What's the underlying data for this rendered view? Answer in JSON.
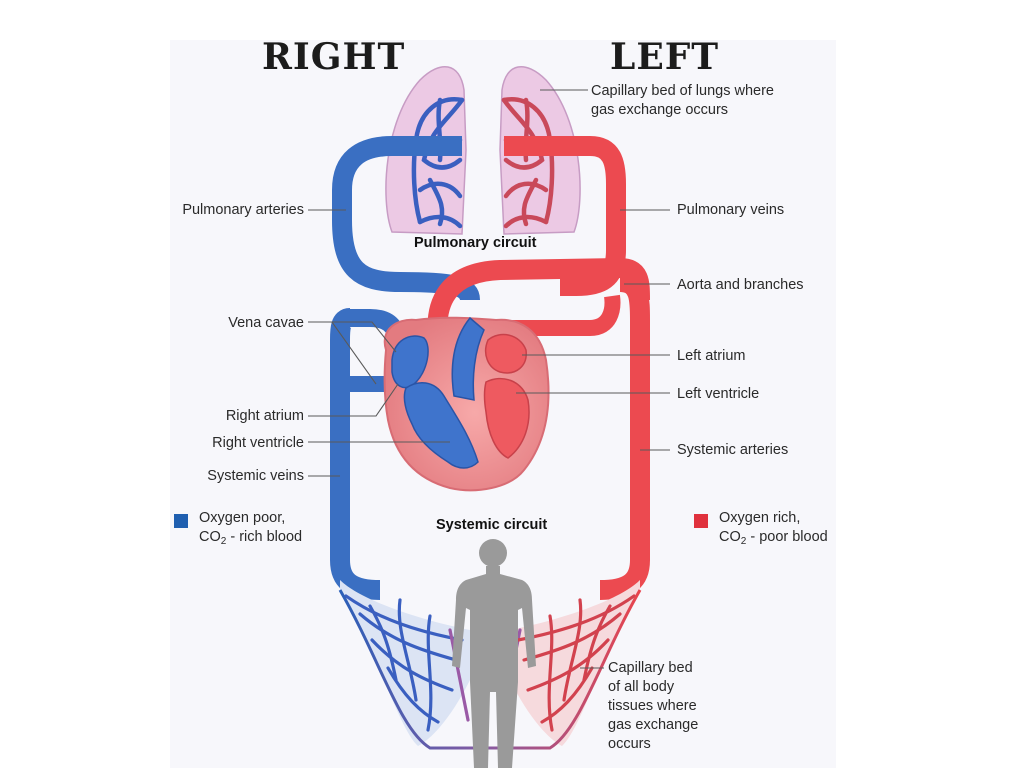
{
  "headers": {
    "right": "RIGHT",
    "left": "LEFT"
  },
  "circuits": {
    "pulmonary": "Pulmonary circuit",
    "systemic": "Systemic circuit"
  },
  "labels": {
    "lung_capillary": [
      "Capillary bed of lungs where",
      "gas exchange occurs"
    ],
    "pulmonary_arteries": "Pulmonary arteries",
    "pulmonary_veins": "Pulmonary veins",
    "aorta": "Aorta and branches",
    "vena_cavae": "Vena cavae",
    "left_atrium": "Left atrium",
    "left_ventricle": "Left ventricle",
    "right_atrium": "Right atrium",
    "right_ventricle": "Right ventricle",
    "systemic_veins": "Systemic veins",
    "systemic_arteries": "Systemic arteries",
    "body_capillary": [
      "Capillary bed",
      "of all body",
      "tissues where",
      "gas exchange",
      "occurs"
    ]
  },
  "legend": {
    "oxygen_poor": {
      "line1": "Oxygen poor,",
      "co2_prefix": "CO",
      "co2_sub": "2",
      "co2_suffix": " - rich blood",
      "color": "#1f5fb0"
    },
    "oxygen_rich": {
      "line1": "Oxygen rich,",
      "co2_prefix": "CO",
      "co2_sub": "2",
      "co2_suffix": " - poor blood",
      "color": "#e0313d"
    }
  },
  "colors": {
    "deoxygenated": "#3a6fc2",
    "oxygenated": "#ec4a50",
    "lung_fill": "#ecc9e4",
    "body_silhouette": "#9a9a9a"
  }
}
